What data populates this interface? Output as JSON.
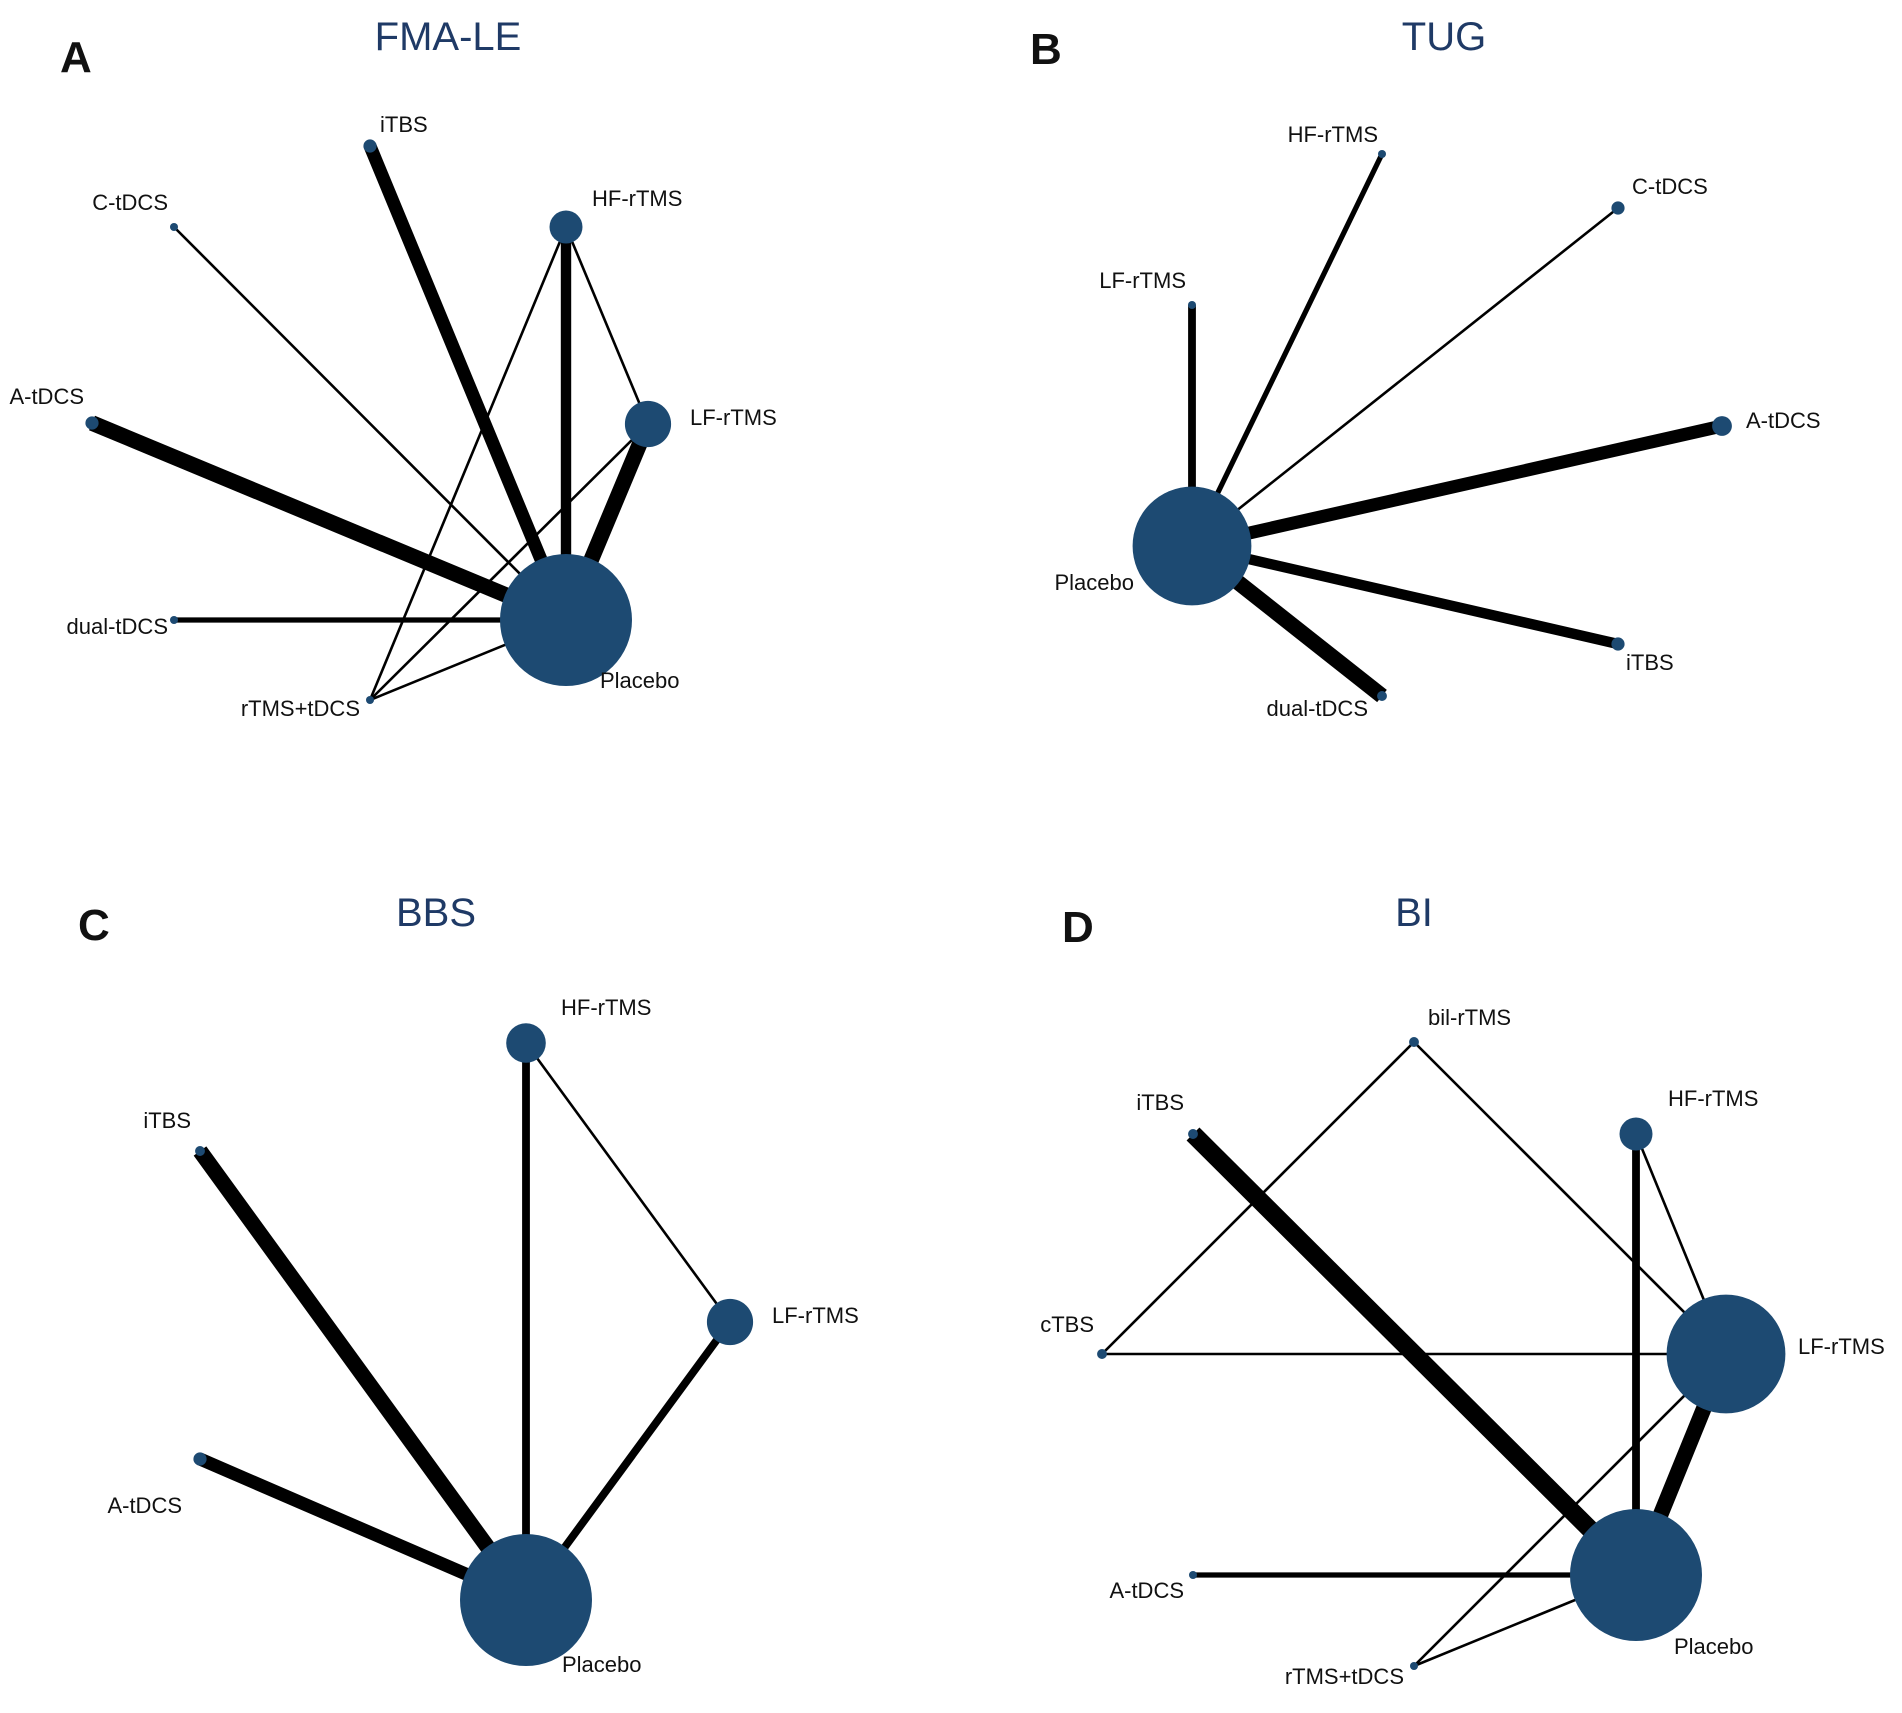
{
  "colors": {
    "node": "#1d4a72",
    "edge": "#000000",
    "title": "#1f3a66",
    "letter": "#111111"
  },
  "panels": [
    {
      "letter": "A",
      "title": "FMA-LE",
      "nodes": [
        {
          "id": "iTBS",
          "label": "iTBS",
          "size": 2
        },
        {
          "id": "C-tDCS",
          "label": "C-tDCS",
          "size": 1
        },
        {
          "id": "HF-rTMS",
          "label": "HF-rTMS",
          "size": 5
        },
        {
          "id": "A-tDCS",
          "label": "A-tDCS",
          "size": 2
        },
        {
          "id": "LF-rTMS",
          "label": "LF-rTMS",
          "size": 7
        },
        {
          "id": "dual-tDCS",
          "label": "dual-tDCS",
          "size": 0.5
        },
        {
          "id": "rTMS+tDCS",
          "label": "rTMS+tDCS",
          "size": 1
        },
        {
          "id": "Placebo",
          "label": "Placebo",
          "size": 20
        }
      ],
      "edges": [
        {
          "from": "iTBS",
          "to": "Placebo",
          "weight": 5
        },
        {
          "from": "C-tDCS",
          "to": "Placebo",
          "weight": 1
        },
        {
          "from": "HF-rTMS",
          "to": "Placebo",
          "weight": 4
        },
        {
          "from": "HF-rTMS",
          "to": "LF-rTMS",
          "weight": 1
        },
        {
          "from": "HF-rTMS",
          "to": "rTMS+tDCS",
          "weight": 1
        },
        {
          "from": "A-tDCS",
          "to": "Placebo",
          "weight": 6
        },
        {
          "from": "LF-rTMS",
          "to": "Placebo",
          "weight": 6
        },
        {
          "from": "LF-rTMS",
          "to": "rTMS+tDCS",
          "weight": 1
        },
        {
          "from": "dual-tDCS",
          "to": "Placebo",
          "weight": 2
        },
        {
          "from": "rTMS+tDCS",
          "to": "Placebo",
          "weight": 1
        }
      ]
    },
    {
      "letter": "B",
      "title": "TUG",
      "nodes": [
        {
          "id": "HF-rTMS",
          "label": "HF-rTMS",
          "size": 0.5
        },
        {
          "id": "C-tDCS",
          "label": "C-tDCS",
          "size": 2
        },
        {
          "id": "LF-rTMS",
          "label": "LF-rTMS",
          "size": 1
        },
        {
          "id": "A-tDCS",
          "label": "A-tDCS",
          "size": 3
        },
        {
          "id": "Placebo",
          "label": "Placebo",
          "size": 18
        },
        {
          "id": "iTBS",
          "label": "iTBS",
          "size": 2
        },
        {
          "id": "dual-tDCS",
          "label": "dual-tDCS",
          "size": 1.5
        }
      ],
      "edges": [
        {
          "from": "HF-rTMS",
          "to": "Placebo",
          "weight": 2
        },
        {
          "from": "C-tDCS",
          "to": "Placebo",
          "weight": 1
        },
        {
          "from": "LF-rTMS",
          "to": "Placebo",
          "weight": 3
        },
        {
          "from": "A-tDCS",
          "to": "Placebo",
          "weight": 5
        },
        {
          "from": "iTBS",
          "to": "Placebo",
          "weight": 4
        },
        {
          "from": "dual-tDCS",
          "to": "Placebo",
          "weight": 6
        }
      ]
    },
    {
      "letter": "C",
      "title": "BBS",
      "nodes": [
        {
          "id": "HF-rTMS",
          "label": "HF-rTMS",
          "size": 6
        },
        {
          "id": "iTBS",
          "label": "iTBS",
          "size": 1.5
        },
        {
          "id": "LF-rTMS",
          "label": "LF-rTMS",
          "size": 7
        },
        {
          "id": "A-tDCS",
          "label": "A-tDCS",
          "size": 2
        },
        {
          "id": "Placebo",
          "label": "Placebo",
          "size": 20
        }
      ],
      "edges": [
        {
          "from": "HF-rTMS",
          "to": "Placebo",
          "weight": 3
        },
        {
          "from": "HF-rTMS",
          "to": "LF-rTMS",
          "weight": 1
        },
        {
          "from": "iTBS",
          "to": "Placebo",
          "weight": 6
        },
        {
          "from": "LF-rTMS",
          "to": "Placebo",
          "weight": 3
        },
        {
          "from": "A-tDCS",
          "to": "Placebo",
          "weight": 5
        }
      ]
    },
    {
      "letter": "D",
      "title": "BI",
      "nodes": [
        {
          "id": "bil-rTMS",
          "label": "bil-rTMS",
          "size": 1.5
        },
        {
          "id": "iTBS",
          "label": "iTBS",
          "size": 1.5
        },
        {
          "id": "HF-rTMS",
          "label": "HF-rTMS",
          "size": 5
        },
        {
          "id": "cTBS",
          "label": "cTBS",
          "size": 1.5
        },
        {
          "id": "LF-rTMS",
          "label": "LF-rTMS",
          "size": 18
        },
        {
          "id": "A-tDCS",
          "label": "A-tDCS",
          "size": 0.5
        },
        {
          "id": "rTMS+tDCS",
          "label": "rTMS+tDCS",
          "size": 0.5
        },
        {
          "id": "Placebo",
          "label": "Placebo",
          "size": 20
        }
      ],
      "edges": [
        {
          "from": "bil-rTMS",
          "to": "cTBS",
          "weight": 1
        },
        {
          "from": "bil-rTMS",
          "to": "LF-rTMS",
          "weight": 1
        },
        {
          "from": "iTBS",
          "to": "Placebo",
          "weight": 7
        },
        {
          "from": "HF-rTMS",
          "to": "Placebo",
          "weight": 3
        },
        {
          "from": "HF-rTMS",
          "to": "LF-rTMS",
          "weight": 1
        },
        {
          "from": "cTBS",
          "to": "LF-rTMS",
          "weight": 1
        },
        {
          "from": "LF-rTMS",
          "to": "Placebo",
          "weight": 6
        },
        {
          "from": "LF-rTMS",
          "to": "rTMS+tDCS",
          "weight": 1
        },
        {
          "from": "A-tDCS",
          "to": "Placebo",
          "weight": 2
        },
        {
          "from": "rTMS+tDCS",
          "to": "Placebo",
          "weight": 1
        }
      ]
    }
  ]
}
